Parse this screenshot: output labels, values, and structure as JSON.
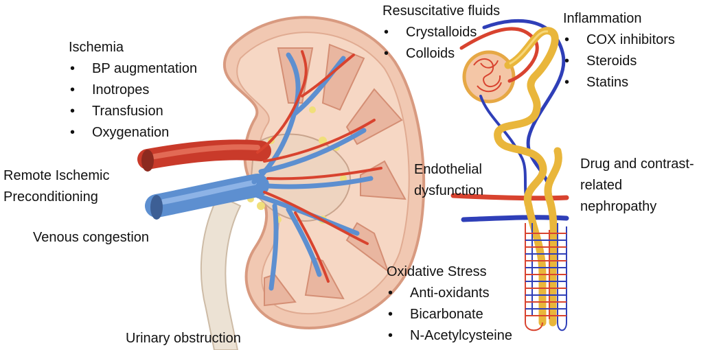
{
  "colors": {
    "artery": "#d8432f",
    "vein": "#5d8fd0",
    "nephron_vein": "#2f3fb8",
    "tubule": "#e9b63b",
    "kidney_capsule": "#e8b8a2",
    "ureter": "#e9dccc"
  },
  "labels": {
    "ischemia": {
      "title": "Ischemia",
      "items": [
        "BP augmentation",
        "Inotropes",
        "Transfusion",
        "Oxygenation"
      ]
    },
    "remote": {
      "line1": "Remote Ischemic",
      "line2": "Preconditioning"
    },
    "venous": "Venous congestion",
    "urinary": "Urinary obstruction",
    "fluids": {
      "title": "Resuscitative fluids",
      "items": [
        "Crystalloids",
        "Colloids"
      ]
    },
    "inflammation": {
      "title": "Inflammation",
      "items": [
        "COX inhibitors",
        "Steroids",
        "Statins"
      ]
    },
    "endothelial": {
      "line1": "Endothelial",
      "line2": "dysfunction"
    },
    "drug": {
      "line1": "Drug and contrast-",
      "line2": "related",
      "line3": "nephropathy"
    },
    "oxidative": {
      "title": "Oxidative Stress",
      "items": [
        "Anti-oxidants",
        "Bicarbonate",
        "N-Acetylcysteine"
      ]
    }
  }
}
